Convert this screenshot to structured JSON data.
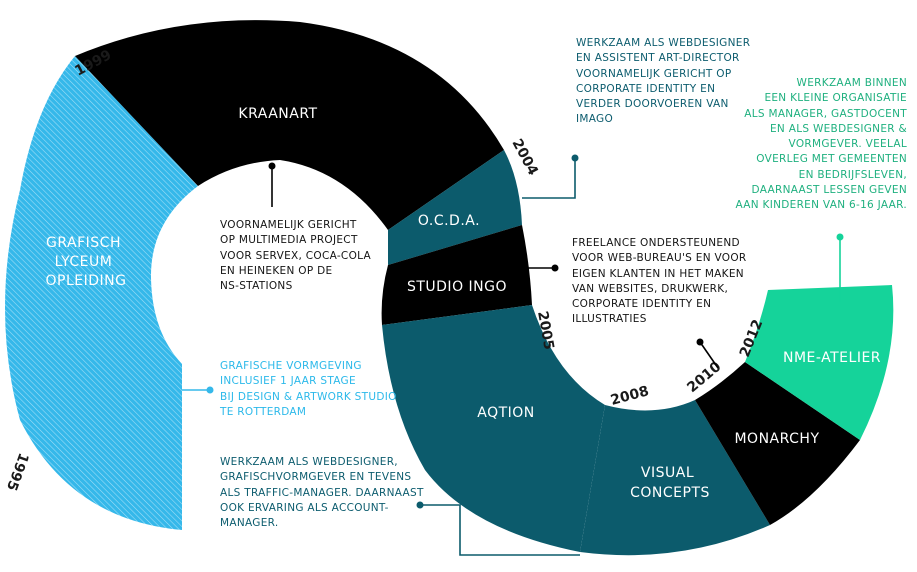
{
  "colors": {
    "black": "#000000",
    "teal": "#0c5b6c",
    "cyan": "#35b8ea",
    "green": "#15d39a",
    "white": "#ffffff"
  },
  "segments": [
    {
      "id": "grafisch",
      "label_lines": [
        "GRAFISCH",
        "LYCEUM",
        "OPLEIDING"
      ],
      "color": "cyan",
      "pattern": "diagonal-hatch"
    },
    {
      "id": "kraanart",
      "label_lines": [
        "KRAANART"
      ],
      "color": "black"
    },
    {
      "id": "ocda",
      "label_lines": [
        "O.C.D.A."
      ],
      "color": "teal"
    },
    {
      "id": "studio-ingo",
      "label_lines": [
        "STUDIO INGO"
      ],
      "color": "black"
    },
    {
      "id": "aqtion",
      "label_lines": [
        "AQTION"
      ],
      "color": "teal"
    },
    {
      "id": "visual-concepts",
      "label_lines": [
        "VISUAL",
        "CONCEPTS"
      ],
      "color": "teal"
    },
    {
      "id": "monarchy",
      "label_lines": [
        "MONARCHY"
      ],
      "color": "black"
    },
    {
      "id": "nme-atelier",
      "label_lines": [
        "NME-ATELIER"
      ],
      "color": "green"
    }
  ],
  "years": [
    "1995",
    "1999",
    "2004",
    "2005",
    "2008",
    "2010",
    "2012"
  ],
  "notes": {
    "kraanart": "VOORNAMELIJK GERICHT\nOP MULTIMEDIA PROJECT\nVOOR SERVEX, COCA-COLA\nEN HEINEKEN OP DE\nNS-STATIONS",
    "grafisch": "GRAFISCHE VORMGEVING\nINCLUSIEF 1 JAAR STAGE\nBIJ DESIGN & ARTWORK STUDIO\nTE ROTTERDAM",
    "ocda": "WERKZAAM ALS WEBDESIGNER\nEN ASSISTENT ART-DIRECTOR\nVOORNAMELIJK GERICHT OP\nCORPORATE IDENTITY EN\nVERDER DOORVOEREN VAN\nIMAGO",
    "studio_ingo": "FREELANCE ONDERSTEUNEND\nVOOR WEB-BUREAU'S EN VOOR\nEIGEN KLANTEN IN HET MAKEN\nVAN WEBSITES, DRUKWERK,\nCORPORATE IDENTITY EN\nILLUSTRATIES",
    "aqtion": "WERKZAAM ALS WEBDESIGNER,\nGRAFISCHVORMGEVER EN TEVENS\nALS TRAFFIC-MANAGER. DAARNAAST\nOOK ERVARING ALS ACCOUNT-\nMANAGER.",
    "nme": "WERKZAAM BINNEN\nEEN KLEINE ORGANISATIE\nALS MANAGER, GASTDOCENT\nEN ALS WEBDESIGNER &\nVORMGEVER. VEELAL\nOVERLEG MET GEMEENTEN\nEN BEDRIJFSLEVEN,\nDAARNAAST LESSEN GEVEN\nAAN KINDEREN VAN 6-16 JAAR."
  }
}
